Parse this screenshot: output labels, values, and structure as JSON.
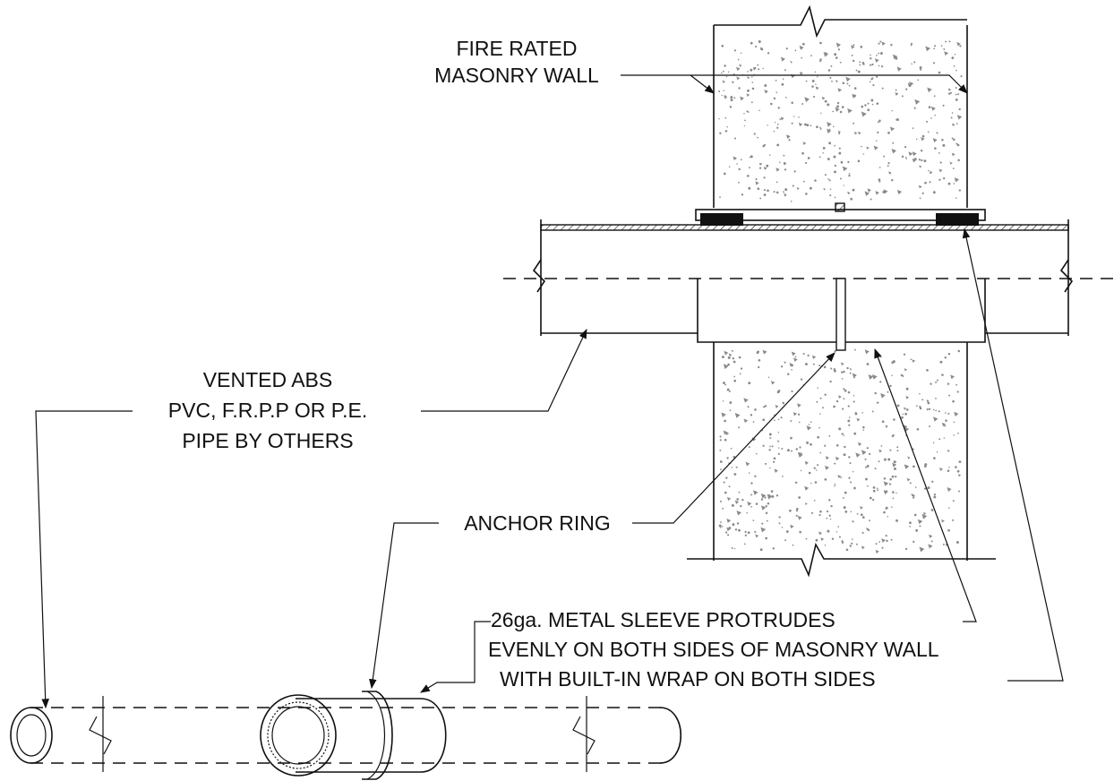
{
  "labels": {
    "wall": [
      "FIRE RATED",
      "MASONRY WALL"
    ],
    "pipe": [
      "VENTED ABS",
      "PVC, F.R.P.P OR P.E.",
      "PIPE BY OTHERS"
    ],
    "anchor": "ANCHOR RING",
    "sleeve": [
      "26ga. METAL SLEEVE PROTRUDES",
      "EVENLY ON BOTH SIDES OF MASONRY WALL",
      "WITH BUILT-IN WRAP ON BOTH SIDES"
    ]
  },
  "colors": {
    "ink": "#111111",
    "concrete_speckle": "#8a8a8a",
    "background": "#ffffff"
  }
}
